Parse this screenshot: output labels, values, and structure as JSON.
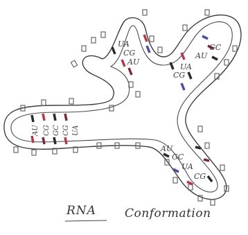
{
  "caption": {
    "title": "RNA",
    "subtitle": "Conformation"
  },
  "base_pairs": {
    "top_stem": [
      "UA",
      "CG",
      "AU"
    ],
    "right_stem": [
      "GC",
      "AU",
      "UA",
      "CG"
    ],
    "left_stem": [
      "AU",
      "CG",
      "GC",
      "CG",
      "UA"
    ],
    "bottom_stem": [
      "AU",
      "GC",
      "UA",
      "CG"
    ]
  },
  "colors": {
    "outline": "#3d3d3d",
    "rung": "#555555",
    "red": "#b23a4a",
    "blue": "#4a4f9c",
    "black": "#2a2a2a",
    "dark_red": "#7a2a35"
  }
}
